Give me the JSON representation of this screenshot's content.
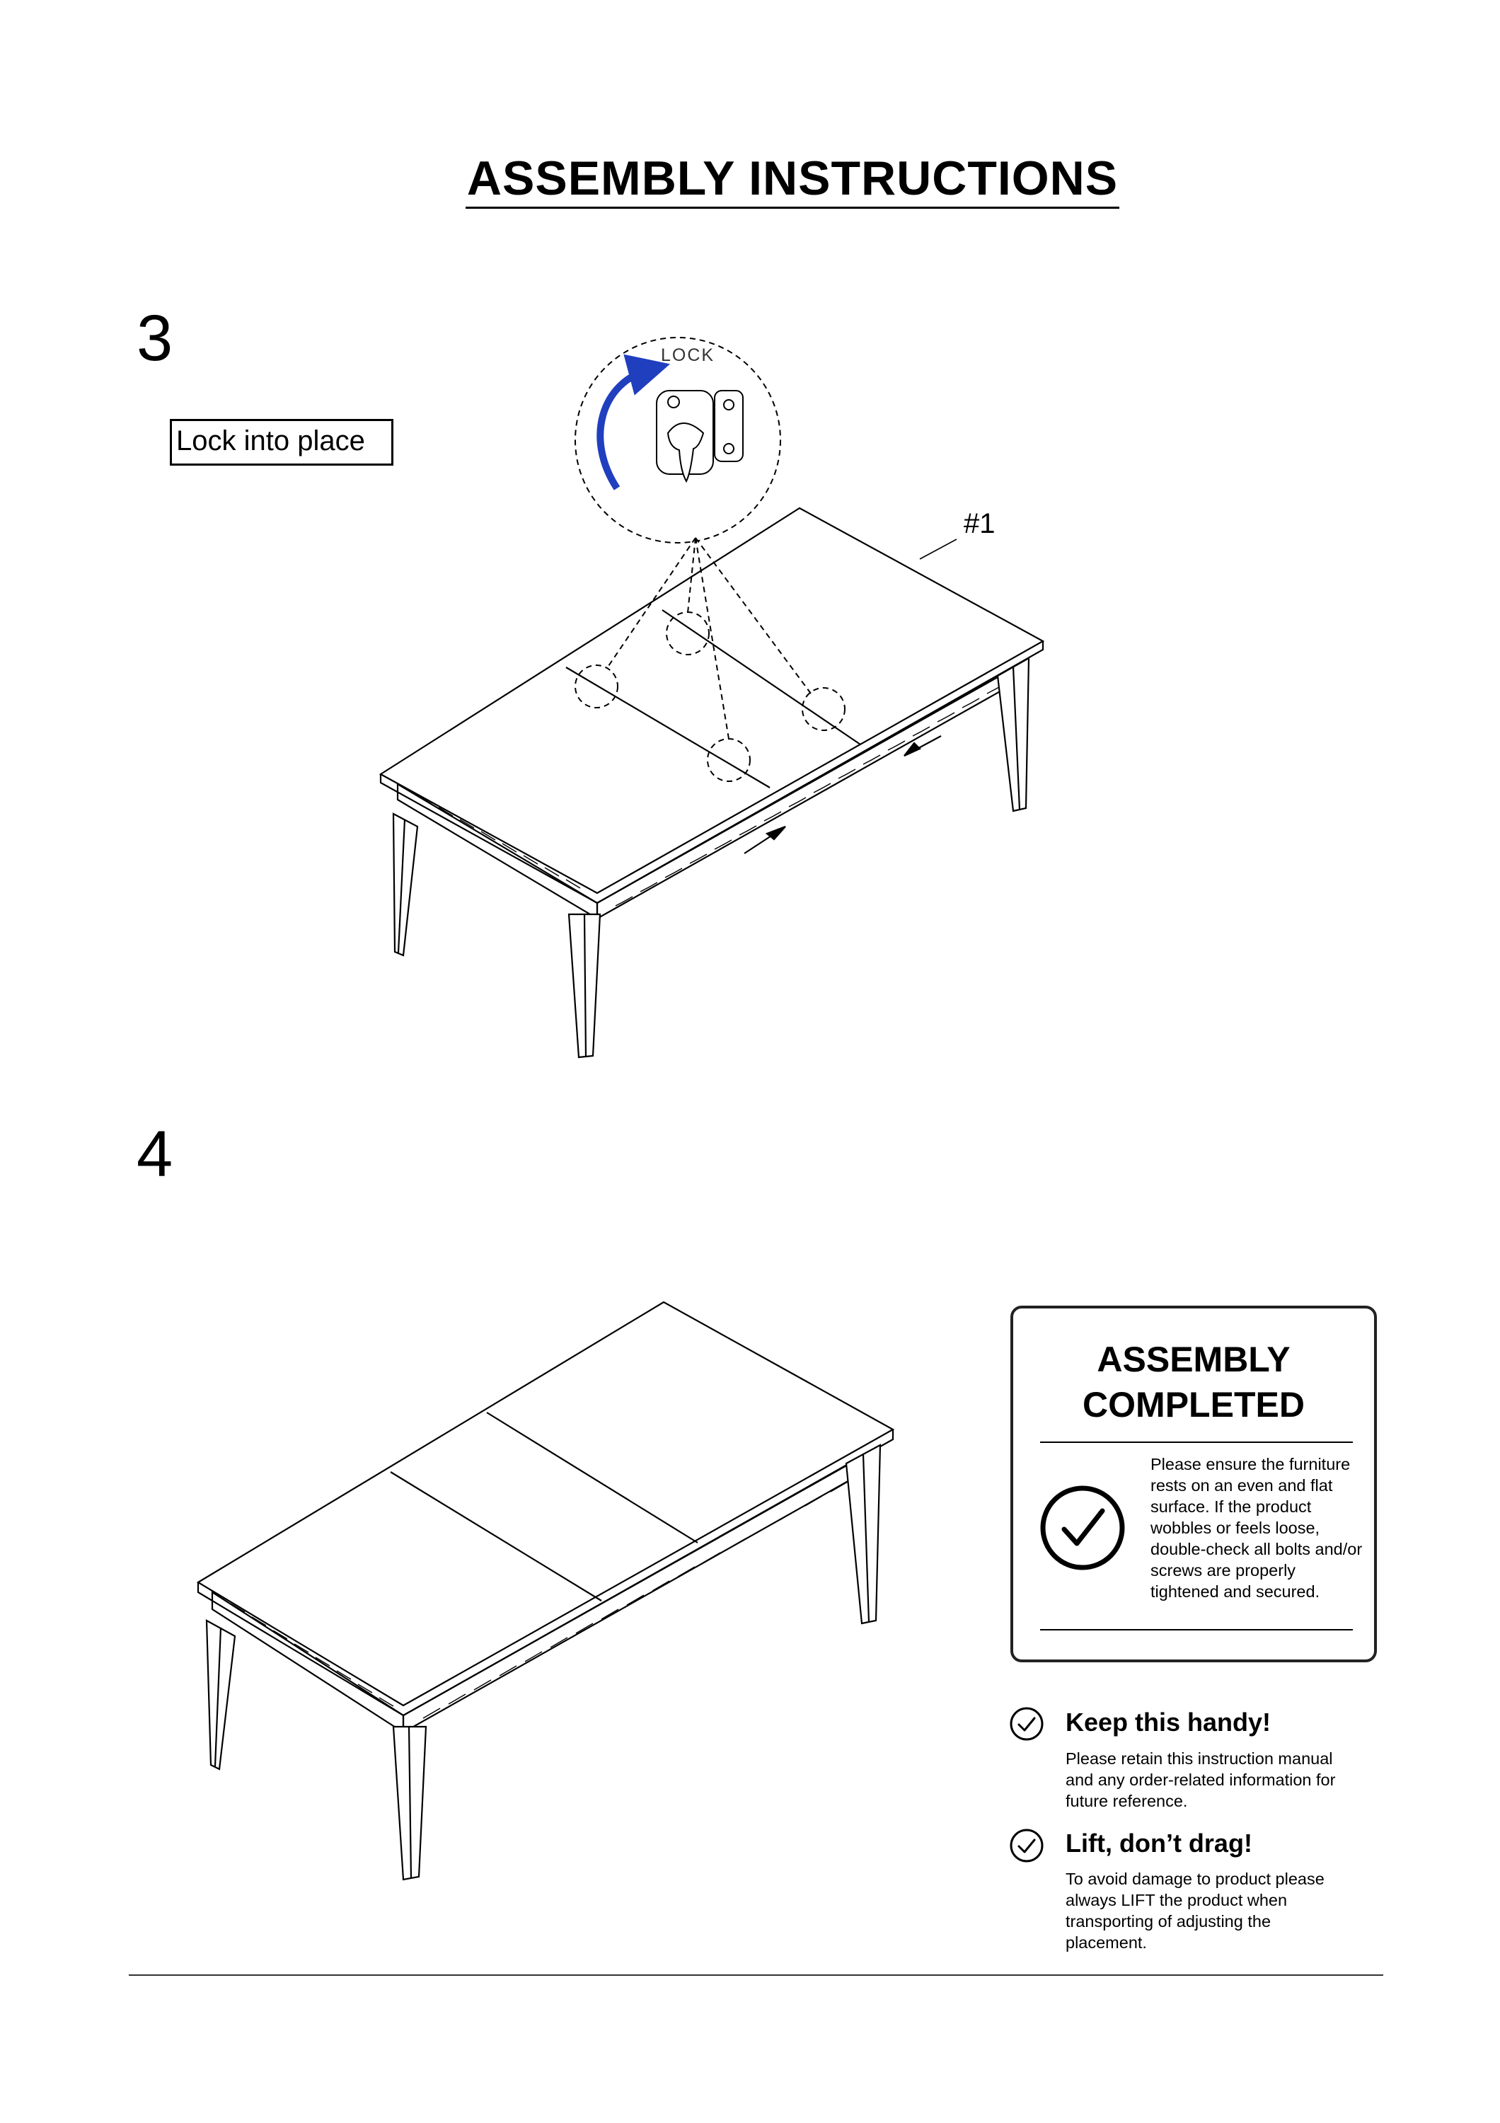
{
  "title": "ASSEMBLY  INSTRUCTIONS",
  "step3": {
    "number": "3",
    "label": "Lock into place",
    "detail_label": "LOCK",
    "part_label": "#1"
  },
  "step4": {
    "number": "4"
  },
  "completed_box": {
    "heading": "ASSEMBLY\nCOMPLETED",
    "body": "Please ensure the furniture rests on an even and flat surface. If the product wobbles or feels loose, double-check all bolts and/or screws are properly tightened and secured."
  },
  "tips": [
    {
      "title": "Keep this handy!",
      "body": "Please retain this instruction manual and any order-related information for future reference."
    },
    {
      "title": "Lift, don’t drag!",
      "body": "To avoid damage to product please always LIFT the product when transporting of adjusting the placement."
    }
  ],
  "colors": {
    "ink": "#000000",
    "arrow_blue": "#1f3fbf"
  }
}
